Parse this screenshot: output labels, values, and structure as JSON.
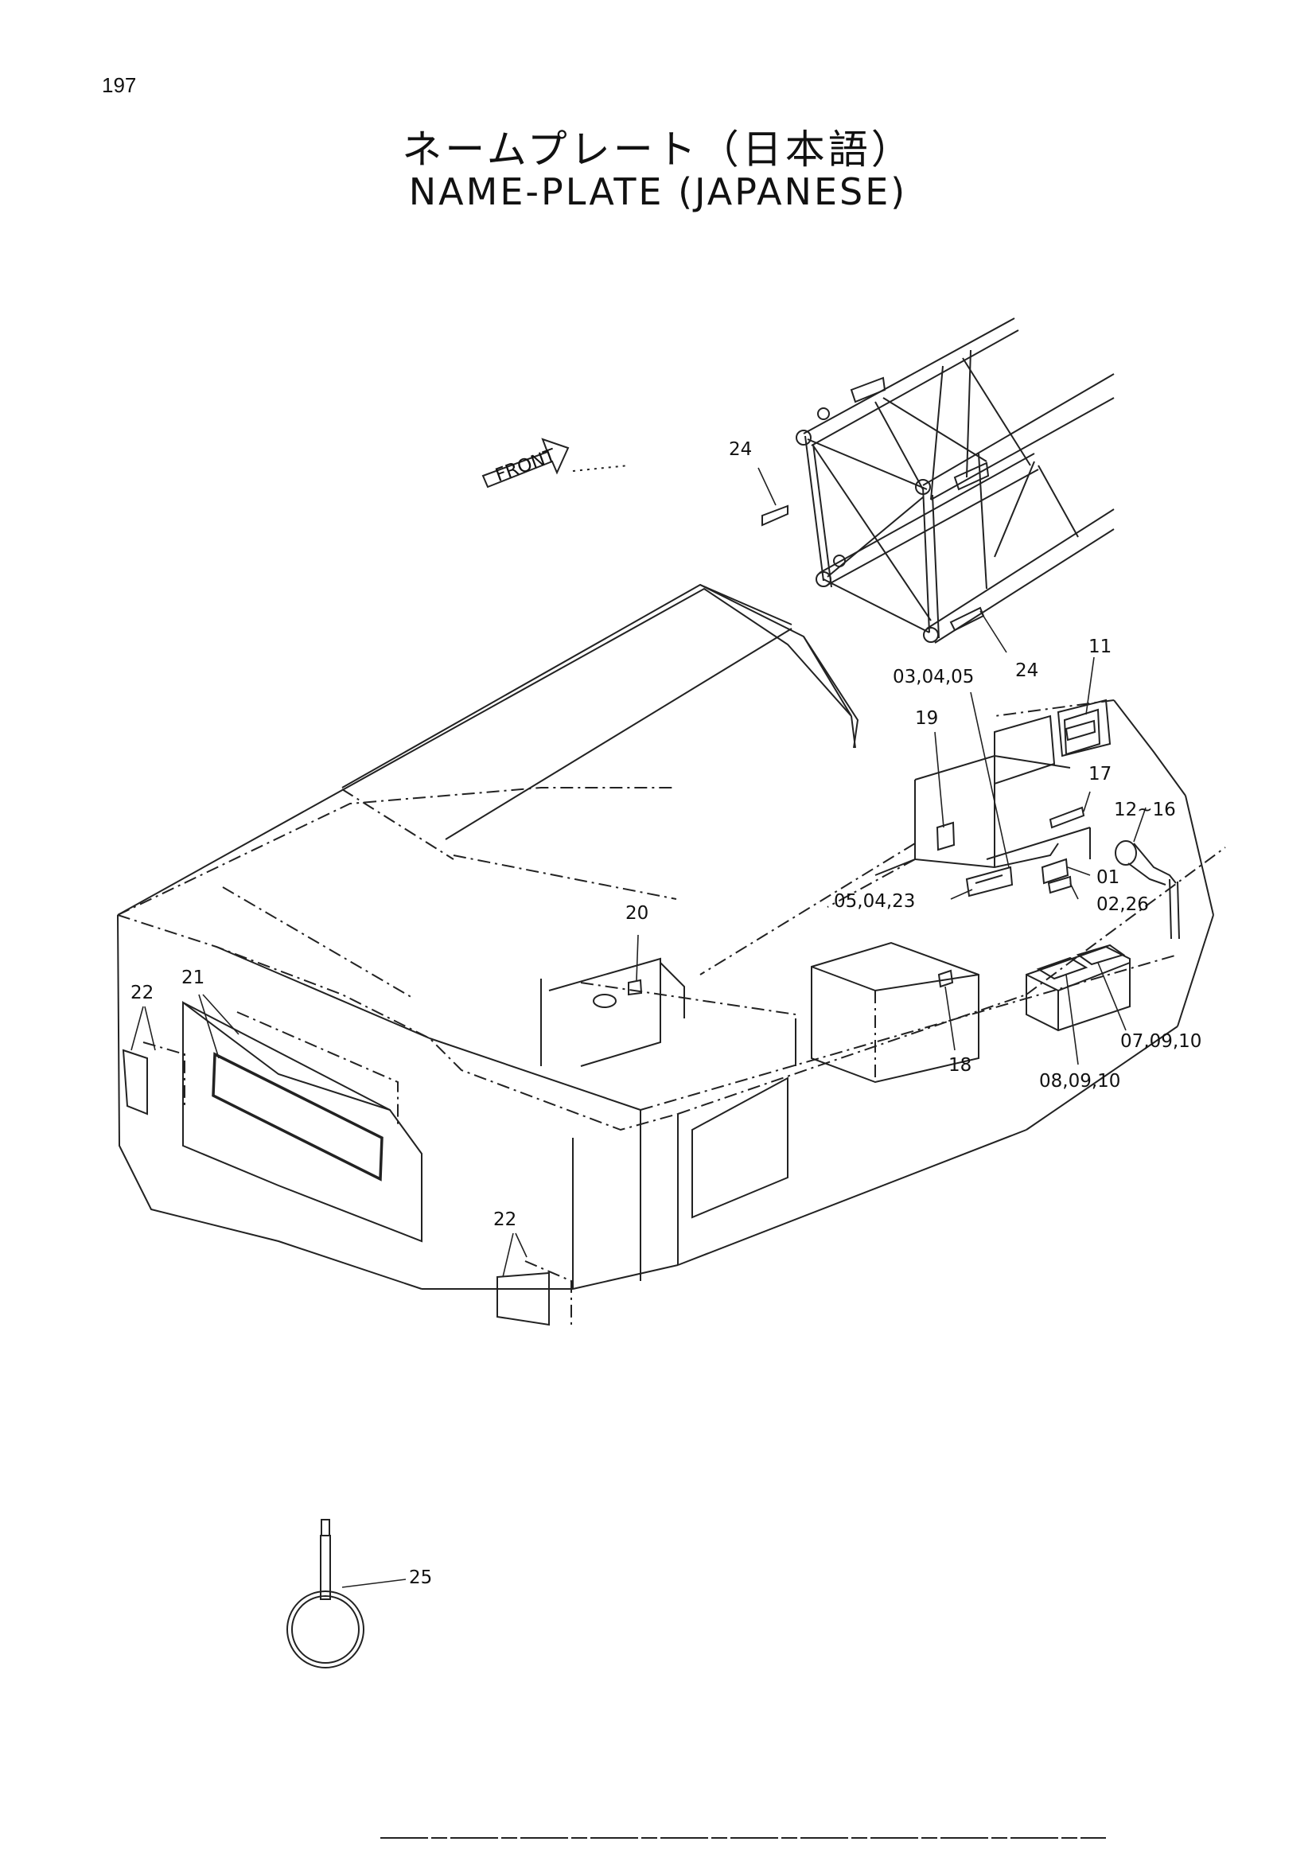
{
  "page": {
    "number": "197"
  },
  "title": {
    "japanese": "ネームプレート（日本語）",
    "english": "NAME-PLATE (JAPANESE)"
  },
  "direction": {
    "label": "FRONT"
  },
  "callouts": {
    "c24a": "24",
    "c24b": "24",
    "c11": "11",
    "c030405": "03,04,05",
    "c19": "19",
    "c17": "17",
    "c1216": "12~16",
    "c01": "01",
    "c0226": "02,26",
    "c050423": "05,04,23",
    "c20": "20",
    "c18": "18",
    "c070910": "07,09,10",
    "c080910": "08,09,10",
    "c21": "21",
    "c22a": "22",
    "c22b": "22",
    "c25": "25"
  }
}
